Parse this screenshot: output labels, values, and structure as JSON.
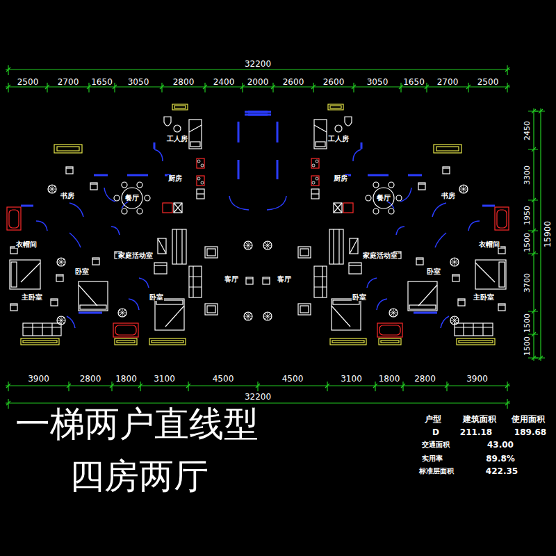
{
  "diagram": {
    "title": "一梯两户直线型",
    "caption": "四房两厅",
    "labels": [
      "32200",
      "2500",
      "2700",
      "1650",
      "3050",
      "2800",
      "2400",
      "2000",
      "2600",
      "2600",
      "3050",
      "1650",
      "2700",
      "2500",
      "2450",
      "3300",
      "1950",
      "1500",
      "3700",
      "1500",
      "1500",
      "15900",
      "工人房",
      "工人房",
      "厨房",
      "厨房",
      "书房",
      "餐厅",
      "餐厅",
      "书房",
      "衣帽间",
      "家庭活动室",
      "家庭活动室",
      "衣帽间",
      "卧室",
      "卧室",
      "客厅",
      "客厅",
      "主卧室",
      "卧室",
      "卧室",
      "主卧室",
      "3900",
      "2800",
      "1800",
      "3100",
      "4500",
      "4500",
      "3100",
      "1800",
      "2800",
      "3900",
      "32200",
      "户型",
      "建筑面积",
      "使用面积",
      "D",
      "211.18",
      "189.68",
      "交通面积",
      "43.00",
      "实用率",
      "89.8%",
      "标准层面积",
      "422.35"
    ]
  }
}
